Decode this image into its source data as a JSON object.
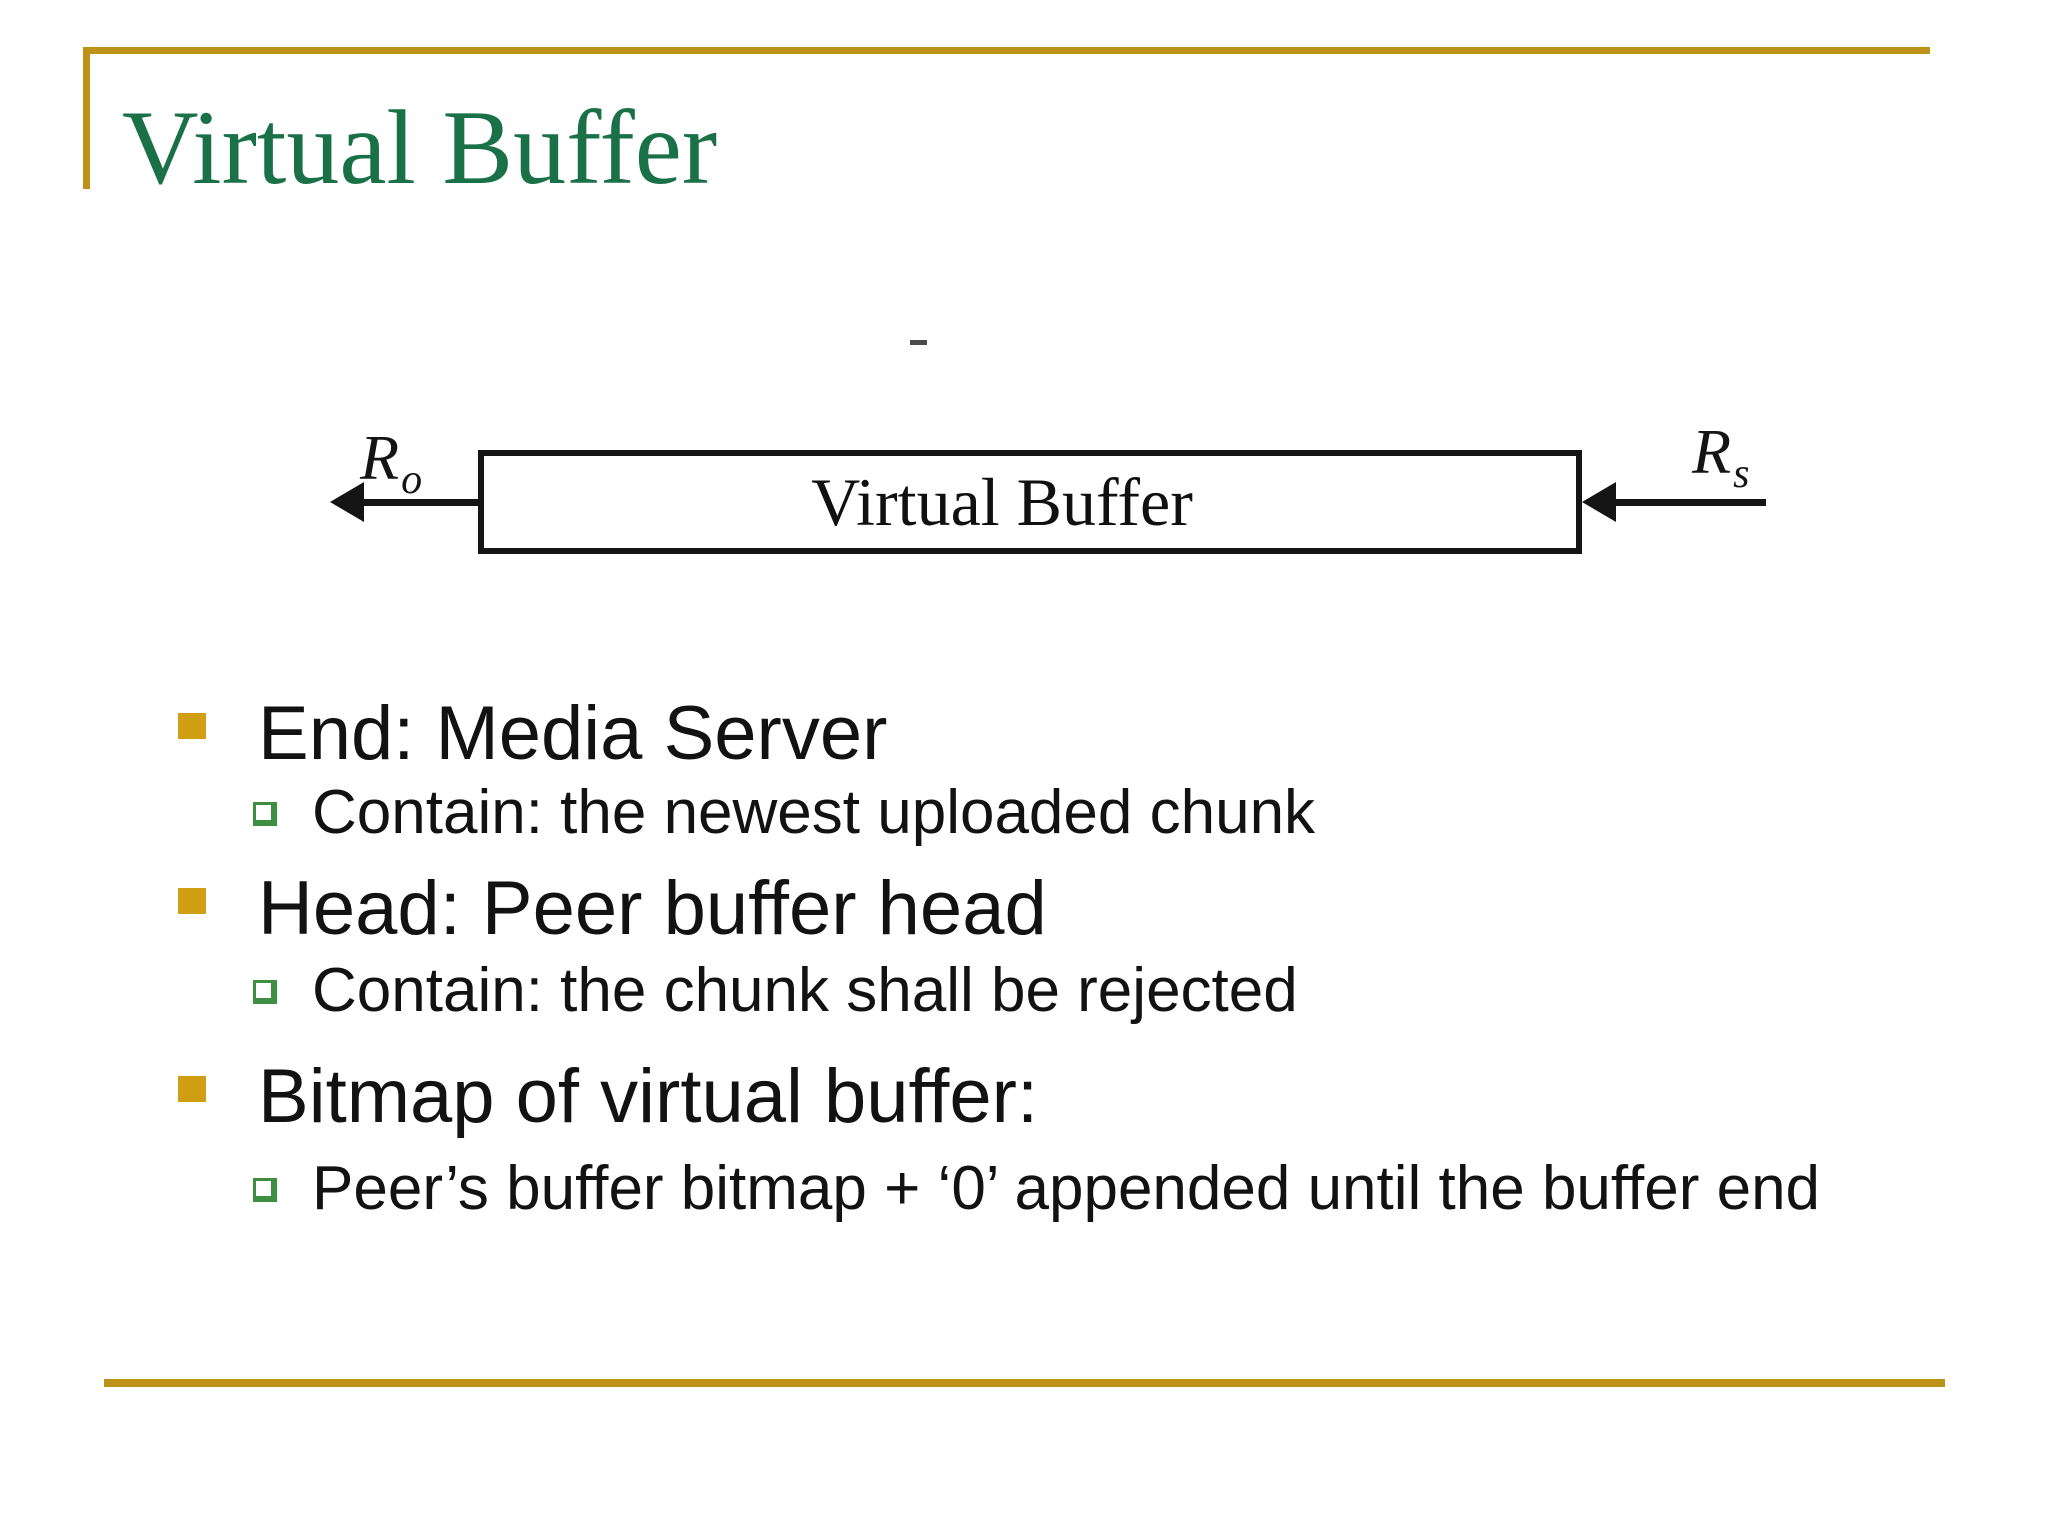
{
  "slide": {
    "title": "Virtual Buffer",
    "colors": {
      "frame_gold": "#bc9318",
      "bullet_gold": "#cf9e12",
      "bullet_green": "#3e8e41",
      "title_green": "#1a7148",
      "text_black": "#121212"
    }
  },
  "diagram": {
    "dash": "-",
    "box_label": "Virtual Buffer",
    "left_rate": {
      "base": "R",
      "sub": "o"
    },
    "right_rate": {
      "base": "R",
      "sub": "s"
    }
  },
  "bullets": [
    {
      "level": 1,
      "text": "End: Media Server"
    },
    {
      "level": 2,
      "text": "Contain: the newest uploaded chunk"
    },
    {
      "level": 1,
      "text": "Head: Peer buffer head"
    },
    {
      "level": 2,
      "text": "Contain: the chunk shall be rejected"
    },
    {
      "level": 1,
      "text": "Bitmap of virtual buffer:"
    },
    {
      "level": 2,
      "text": "Peer’s buffer bitmap + ‘0’ appended until the buffer end"
    }
  ]
}
